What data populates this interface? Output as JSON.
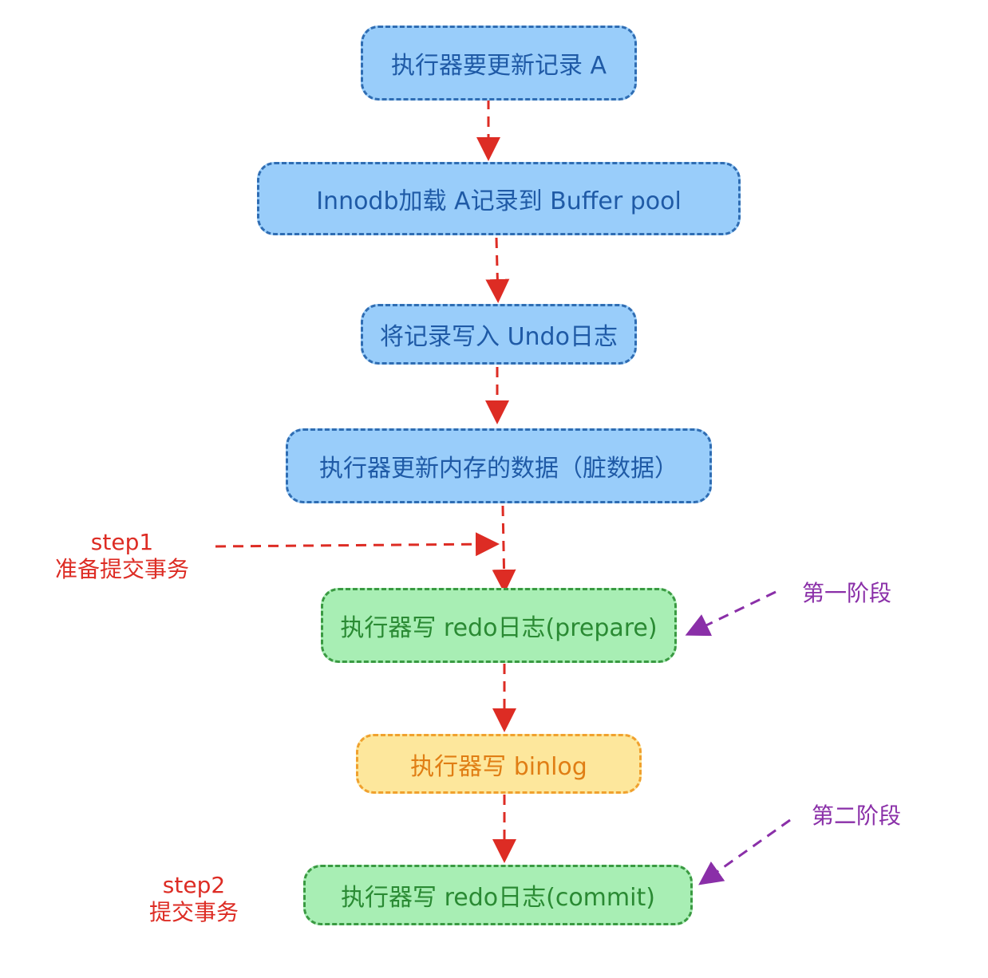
{
  "nodes": {
    "n1": "执行器要更新记录 A",
    "n2": "Innodb加载 A记录到 Buffer pool",
    "n3": "将记录写入 Undo日志",
    "n4": "执行器更新内存的数据（脏数据）",
    "n5": "执行器写 redo日志(prepare)",
    "n6": "执行器写 binlog",
    "n7": "执行器写 redo日志(commit)"
  },
  "annotations": {
    "step1_title": "step1",
    "step1_desc": "准备提交事务",
    "step2_title": "step2",
    "step2_desc": "提交事务",
    "phase1": "第一阶段",
    "phase2": "第二阶段"
  },
  "colors": {
    "blue_fill": "#99cdfa",
    "blue_border": "#2f6db3",
    "green_fill": "#a8eeb4",
    "green_border": "#3a9a42",
    "yellow_fill": "#fde79c",
    "yellow_border": "#f0a12e",
    "arrow_red": "#dd2c24",
    "arrow_purple": "#8a2fa8"
  }
}
